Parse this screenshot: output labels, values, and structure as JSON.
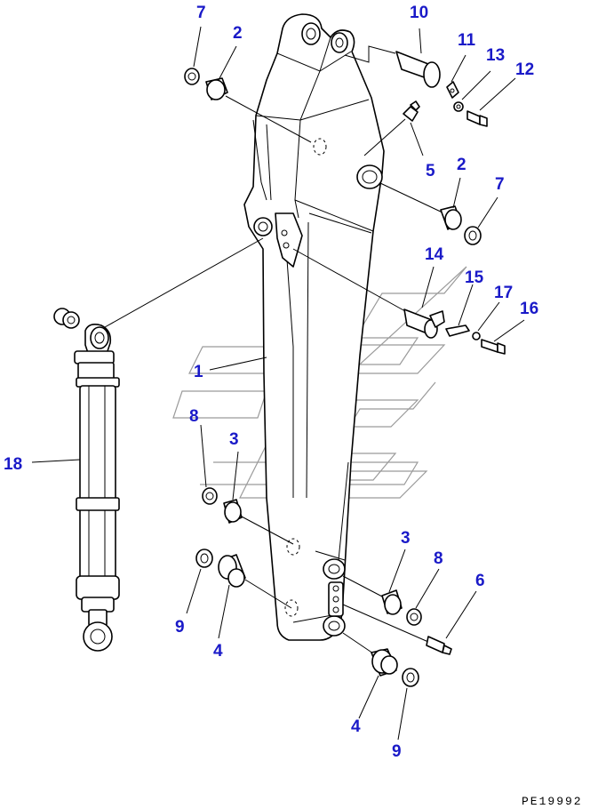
{
  "callouts": [
    {
      "id": "c7a",
      "text": "7"
    },
    {
      "id": "c2a",
      "text": "2"
    },
    {
      "id": "c10",
      "text": "10"
    },
    {
      "id": "c11",
      "text": "11"
    },
    {
      "id": "c13",
      "text": "13"
    },
    {
      "id": "c12",
      "text": "12"
    },
    {
      "id": "c5",
      "text": "5"
    },
    {
      "id": "c2b",
      "text": "2"
    },
    {
      "id": "c7b",
      "text": "7"
    },
    {
      "id": "c14",
      "text": "14"
    },
    {
      "id": "c15",
      "text": "15"
    },
    {
      "id": "c17",
      "text": "17"
    },
    {
      "id": "c16",
      "text": "16"
    },
    {
      "id": "c1",
      "text": "1"
    },
    {
      "id": "c18",
      "text": "18"
    },
    {
      "id": "c8a",
      "text": "8"
    },
    {
      "id": "c3a",
      "text": "3"
    },
    {
      "id": "c9a",
      "text": "9"
    },
    {
      "id": "c4a",
      "text": "4"
    },
    {
      "id": "c3b",
      "text": "3"
    },
    {
      "id": "c8b",
      "text": "8"
    },
    {
      "id": "c6",
      "text": "6"
    },
    {
      "id": "c4b",
      "text": "4"
    },
    {
      "id": "c9b",
      "text": "9"
    }
  ],
  "drawing_code": "PE19992",
  "colors": {
    "callout": "#1a1ac8",
    "line": "#000000",
    "watermark": "#9a9a9a"
  }
}
